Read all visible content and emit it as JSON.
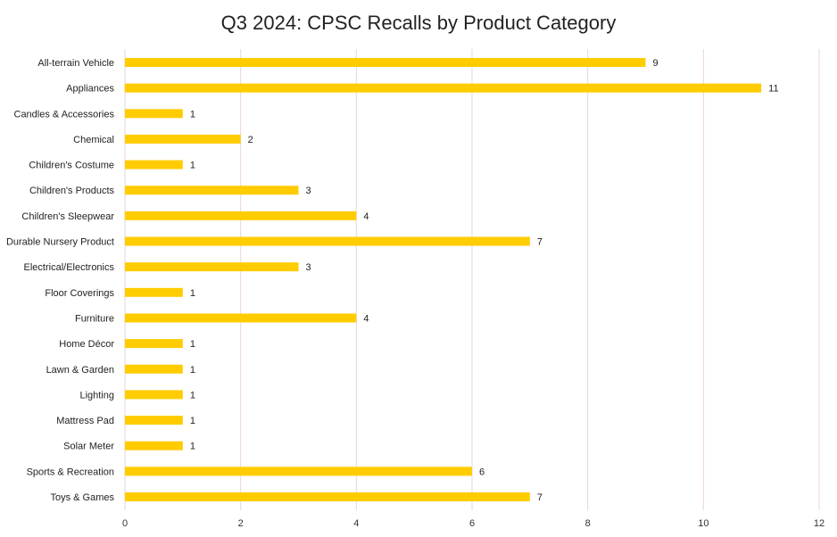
{
  "chart_data": {
    "type": "bar",
    "orientation": "horizontal",
    "title": "Q3 2024: CPSC Recalls by Product Category",
    "xlabel": "",
    "ylabel": "",
    "xlim": [
      0,
      12
    ],
    "xticks": [
      0,
      2,
      4,
      6,
      8,
      10,
      12
    ],
    "grid": true,
    "categories": [
      "All-terrain Vehicle",
      "Appliances",
      "Candles & Accessories",
      "Chemical",
      "Children's Costume",
      "Children's Products",
      "Children's Sleepwear",
      "Durable Nursery Product",
      "Electrical/Electronics",
      "Floor Coverings",
      "Furniture",
      "Home Décor",
      "Lawn & Garden",
      "Lighting",
      "Mattress Pad",
      "Solar Meter",
      "Sports & Recreation",
      "Toys & Games"
    ],
    "values": [
      9,
      11,
      1,
      2,
      1,
      3,
      4,
      7,
      3,
      1,
      4,
      1,
      1,
      1,
      1,
      1,
      6,
      7
    ],
    "bar_color": "#FFCC00",
    "grid_color": "#E8D5DC"
  }
}
